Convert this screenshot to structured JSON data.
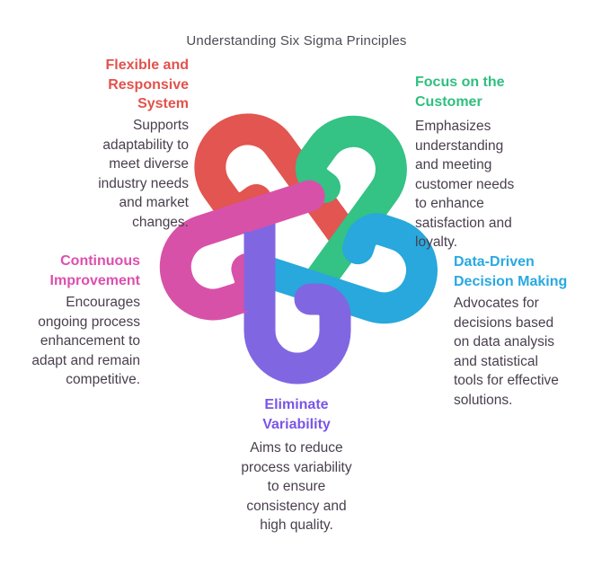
{
  "title": "Understanding Six Sigma Principles",
  "colors": {
    "red": "#e25550",
    "green": "#34c285",
    "blue": "#28a8dc",
    "purple": "#8166e2",
    "pink": "#d851a8",
    "heading_red": "#e2524d",
    "heading_green": "#2fbf7f",
    "heading_blue": "#28a9e0",
    "heading_purple": "#7a55e8",
    "heading_pink": "#de4fae",
    "title_text": "#4c4c55",
    "body_text": "#493f4d"
  },
  "principles": [
    {
      "id": "flexible-and-responsive-system",
      "heading_lines": [
        "Flexible and",
        "Responsive",
        "System"
      ],
      "body_lines": [
        "Supports",
        "adaptability to",
        "meet diverse",
        "industry needs",
        "and market",
        "changes."
      ]
    },
    {
      "id": "focus-on-the-customer",
      "heading_lines": [
        "Focus on the",
        "Customer"
      ],
      "body_lines": [
        "Emphasizes",
        "understanding",
        "and meeting",
        "customer needs",
        "to enhance",
        "satisfaction and",
        "loyalty."
      ]
    },
    {
      "id": "data-driven-decision-making",
      "heading_lines": [
        "Data-Driven",
        "Decision Making"
      ],
      "body_lines": [
        "Advocates for",
        "decisions based",
        "on data analysis",
        "and statistical",
        "tools for effective",
        "solutions."
      ]
    },
    {
      "id": "eliminate-variability",
      "heading_lines": [
        "Eliminate",
        "Variability"
      ],
      "body_lines": [
        "Aims to reduce",
        "process variability",
        "to ensure",
        "consistency and",
        "high quality."
      ]
    },
    {
      "id": "continuous-improvement",
      "heading_lines": [
        "Continuous",
        "Improvement"
      ],
      "body_lines": [
        "Encourages",
        "ongoing process",
        "enhancement to",
        "adapt and remain",
        "competitive."
      ]
    }
  ]
}
